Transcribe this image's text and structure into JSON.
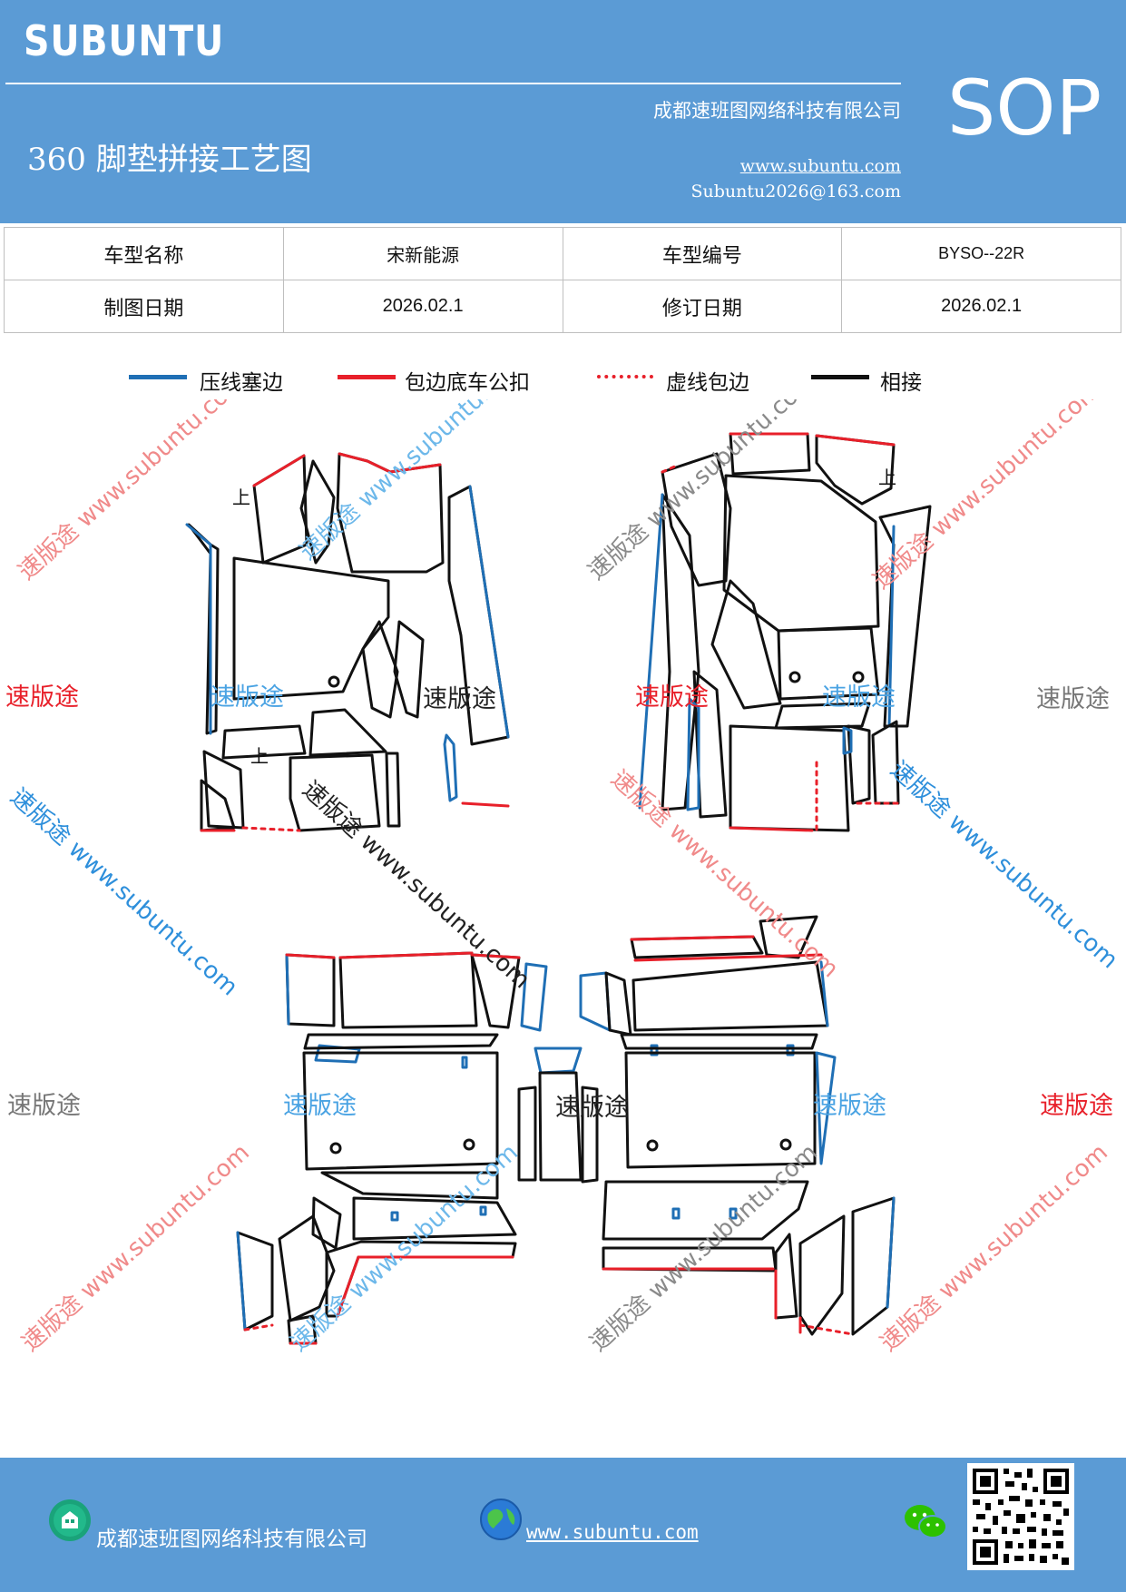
{
  "header": {
    "brand": "SUBUNTU",
    "company": "成都速班图网络科技有限公司",
    "title": "360 脚垫拼接工艺图",
    "website": "www.subuntu.com",
    "email": "Subuntu2026@163.com",
    "badge": "SOP"
  },
  "info": {
    "row1": {
      "label1": "车型名称",
      "value1": "宋新能源",
      "label2": "车型编号",
      "value2": "BYSO--22R"
    },
    "row2": {
      "label1": "制图日期",
      "value1": "2026.02.1",
      "label2": "修订日期",
      "value2": "2026.02.1"
    }
  },
  "legend": [
    {
      "label": "压线塞边",
      "color": "#1f6fb5",
      "style": "solid"
    },
    {
      "label": "包边底车公扣",
      "color": "#e8202a",
      "style": "solid"
    },
    {
      "label": "虚线包边",
      "color": "#e8202a",
      "style": "dotted"
    },
    {
      "label": "相接",
      "color": "#111111",
      "style": "solid"
    }
  ],
  "drawing": {
    "marks": {
      "up1": "上",
      "up2": "上",
      "up3": "上"
    },
    "watermarks": {
      "brand": "速版途",
      "url": "www.subuntu.com",
      "combo": "速版途 www.subuntu.com"
    }
  },
  "footer": {
    "company": "成都速班图网络科技有限公司",
    "website": "www.subuntu.com",
    "icons": [
      "building-icon",
      "globe-icon",
      "wechat-icon",
      "qr-code"
    ]
  },
  "colors": {
    "header_bg": "#5b9bd5",
    "blue": "#1f6fb5",
    "red": "#e8202a"
  }
}
